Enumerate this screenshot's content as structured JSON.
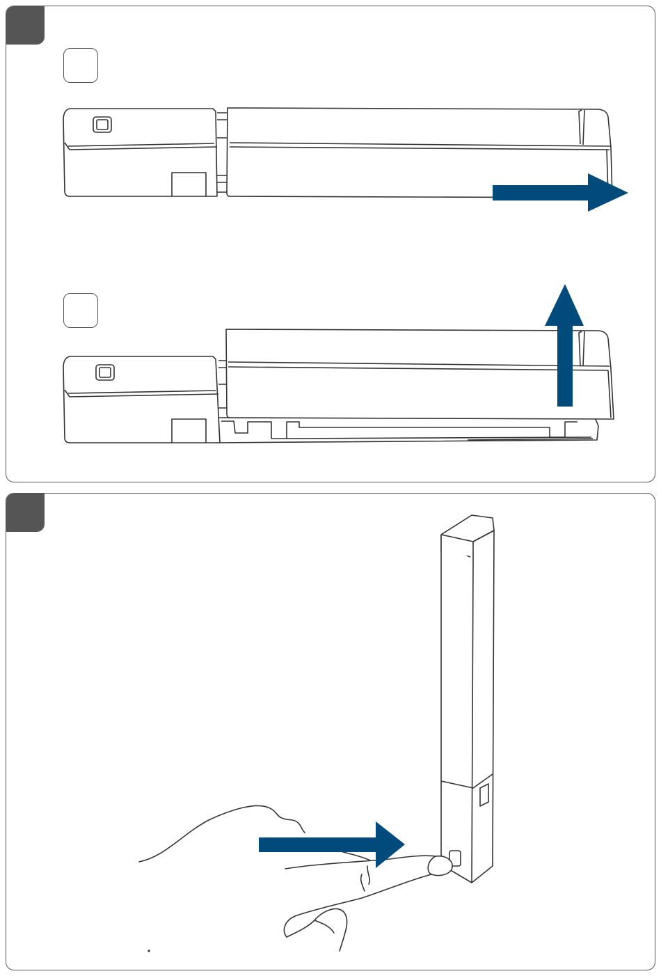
{
  "colors": {
    "arrow": "#004a7c",
    "badge": "#555555",
    "line": "#333333",
    "frame": "#555555"
  },
  "steps": [
    {
      "label": "",
      "substeps": [
        {
          "label": "",
          "arrow_direction": "right"
        },
        {
          "label": "",
          "arrow_direction": "up"
        }
      ]
    },
    {
      "label": "",
      "arrow_direction": "right"
    }
  ]
}
